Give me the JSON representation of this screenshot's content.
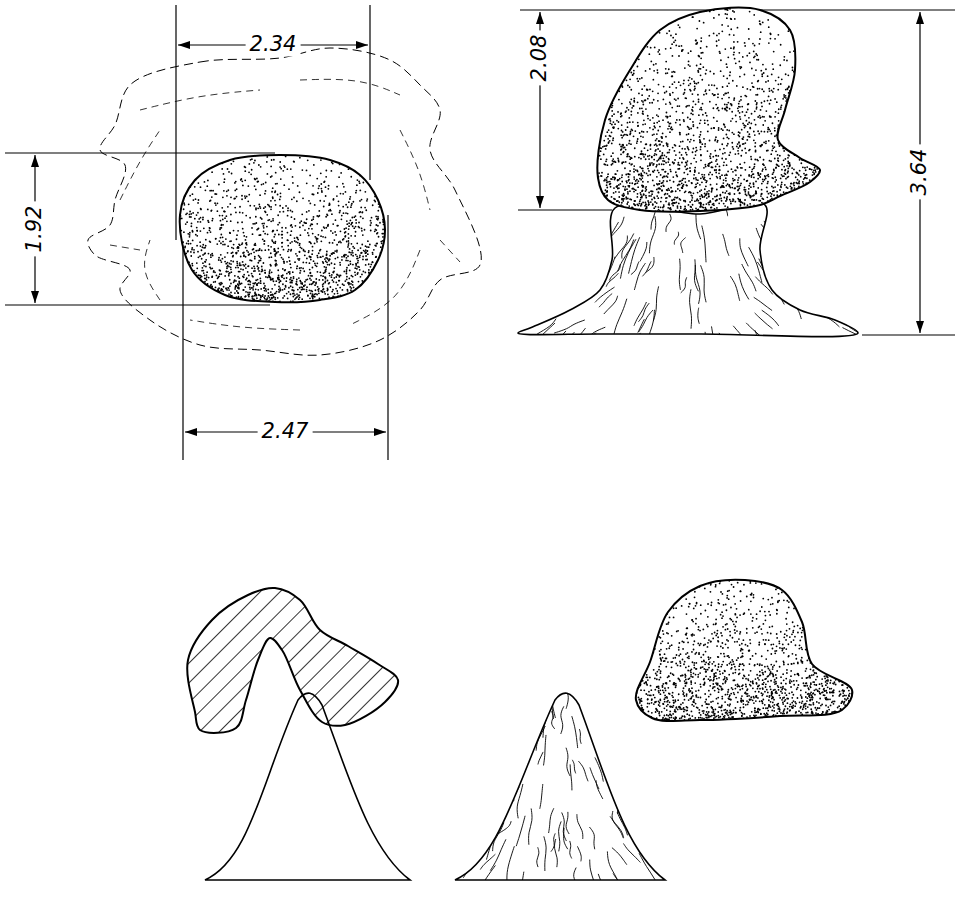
{
  "diagram": {
    "labels": [
      "2.34",
      "1.92",
      "2.47",
      "2.08",
      "3.64"
    ]
  }
}
